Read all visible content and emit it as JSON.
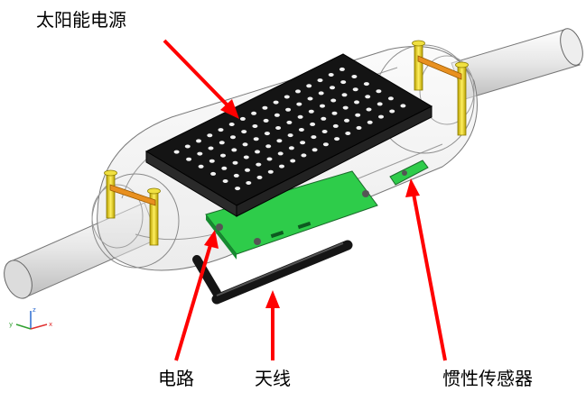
{
  "labels": {
    "solar": "太阳能电源",
    "circuit": "电路",
    "antenna": "天线",
    "inertial": "惯性传感器"
  },
  "axes": {
    "x": "x",
    "y": "y",
    "z": "z"
  },
  "colors": {
    "arrow": "#ff0000",
    "board": "#22cc44",
    "panel": "#111111",
    "bolt": "#e8d000"
  }
}
